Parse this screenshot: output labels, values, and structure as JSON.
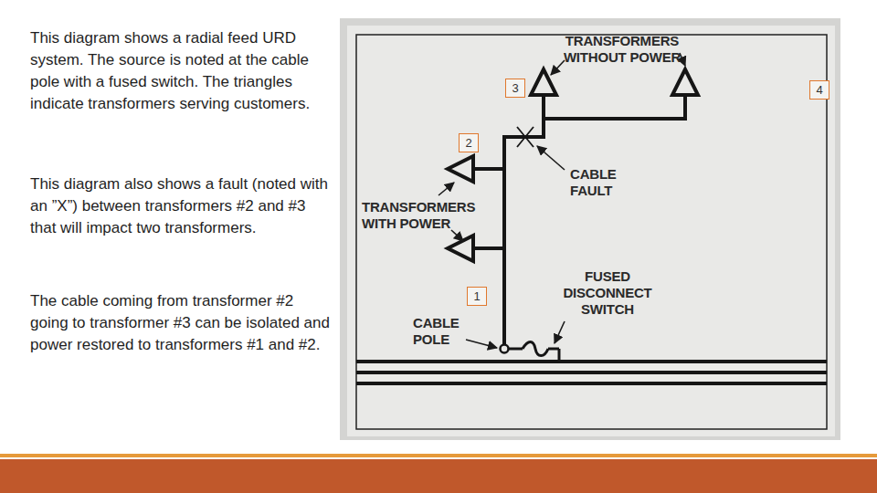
{
  "diagram": {
    "nodes": [
      {
        "text": [
          "3"
        ]
      },
      {
        "text": [
          "4"
        ]
      },
      {
        "text": [
          "2"
        ]
      },
      {
        "text": [
          "1"
        ]
      }
    ],
    "labels": [
      "This diagram shows a radial feed URD system. The source is noted at the cable pole with a fused switch. The triangles indicate transformers serving customers.",
      "This diagram also shows a fault (noted with an ”X”) between transformers #2 and #3 that will impact two transformers.",
      "The cable coming from transformer #2 going to transformer #3 can be isolated and power restored to transformers #1 and #2.",
      "TRANSFORMERS WITHOUT POWER",
      "CABLE FAULT",
      "TRANSFORMERS WITH POWER",
      "FUSED DISCONNECT SWITCH",
      "CABLE POLE"
    ]
  }
}
